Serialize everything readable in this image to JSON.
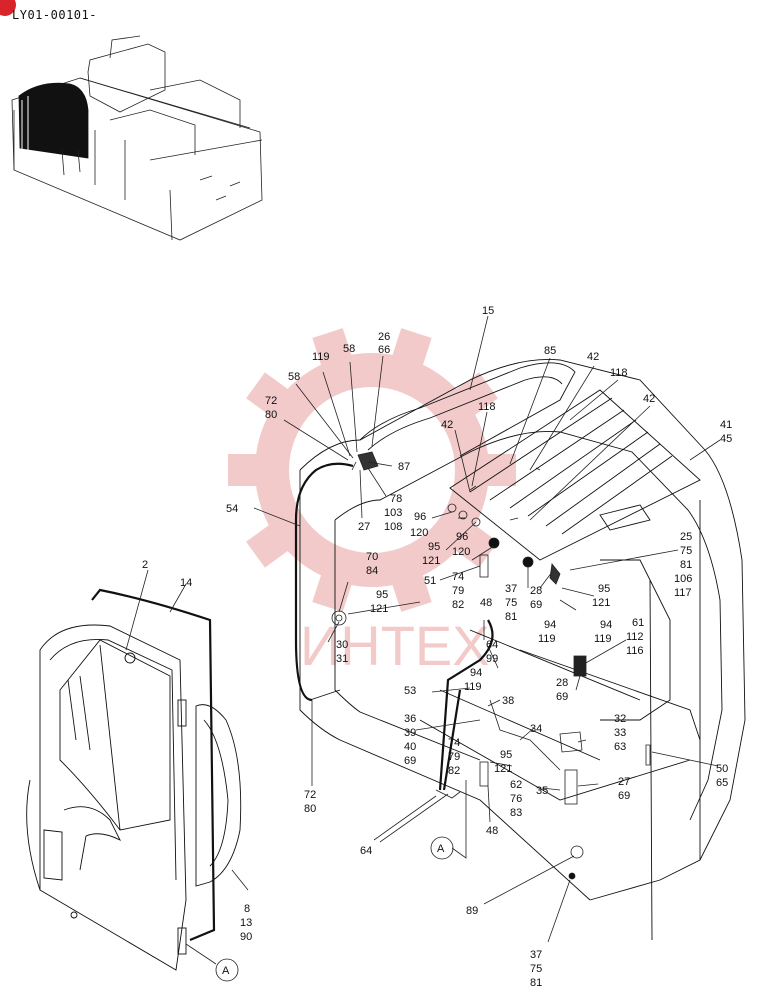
{
  "code": "LY01-00101-",
  "watermark_text": "ИНТЕХ",
  "colors": {
    "badge": "#d9242b",
    "watermark": "#e8a0a0",
    "line": "#111111"
  },
  "labels": {
    "l15": "15",
    "l26": "26",
    "l66": "66",
    "l58a": "58",
    "l119a": "119",
    "l58b": "58",
    "l72a": "72",
    "l80a": "80",
    "l85": "85",
    "l42a": "42",
    "l118a": "118",
    "l118b": "118",
    "l42b": "42",
    "l42c": "42",
    "l41": "41",
    "l45": "45",
    "l87": "87",
    "l78": "78",
    "l103": "103",
    "l108": "108",
    "l27a": "27",
    "l96a": "96",
    "l120a": "120",
    "l96b": "96",
    "l95a": "95",
    "l120b": "120",
    "l121a": "121",
    "l54": "54",
    "l70": "70",
    "l84": "84",
    "l51": "51",
    "l74a": "74",
    "l79a": "79",
    "l82a": "82",
    "l37a": "37",
    "l75a": "75",
    "l81a": "81",
    "l48a": "48",
    "l28a": "28",
    "l69a": "69",
    "l25": "25",
    "l75b": "75",
    "l81b": "81",
    "l106": "106",
    "l117": "117",
    "l95b": "95",
    "l121b": "121",
    "l95c": "95",
    "l121c": "121",
    "l94a": "94",
    "l119b": "119",
    "l94b": "94",
    "l119c": "119",
    "l30": "30",
    "l31": "31",
    "l64a": "64",
    "l99": "99",
    "l94c": "94",
    "l119d": "119",
    "l61": "61",
    "l112": "112",
    "l116": "116",
    "l28b": "28",
    "l69b": "69",
    "l53": "53",
    "l38": "38",
    "l36": "36",
    "l39": "39",
    "l40": "40",
    "l69c": "69",
    "l34": "34",
    "l74b": "74",
    "l79b": "79",
    "l82b": "82",
    "l95d": "95",
    "l121d": "121",
    "l32": "32",
    "l33": "33",
    "l63": "63",
    "l62": "62",
    "l76": "76",
    "l83": "83",
    "l35": "35",
    "l27b": "27",
    "l69d": "69",
    "l50": "50",
    "l65": "65",
    "l72b": "72",
    "l80b": "80",
    "l48b": "48",
    "l64b": "64",
    "lA1": "A",
    "l89": "89",
    "l37b": "37",
    "l75c": "75",
    "l81c": "81",
    "l2": "2",
    "l14": "14",
    "l8": "8",
    "l13": "13",
    "l90": "90",
    "lA2": "A"
  }
}
